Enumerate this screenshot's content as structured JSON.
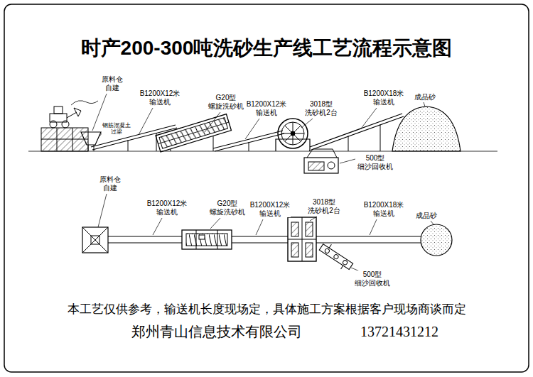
{
  "diagram": {
    "title": "时产200-300吨洗砂生产线工艺流程示意图",
    "labels": [
      "原料仓 自建",
      "钢筋混凝土 过梁",
      "B1200X12米 输送机",
      "G20型 螺旋洗砂机",
      "B1200X12米 输送机",
      "3018型 洗砂机2台",
      "B1200X18米 输送机",
      "成品砂",
      "500型 细沙回收机",
      "原料仓 自建",
      "B1200X12米 输送机",
      "G20型 螺旋洗砂机",
      "B1200X12米 输送机",
      "3018型 洗砂机2台",
      "B1200X18米 输送机",
      "成品砂",
      "500型 细沙回收机",
      "本工艺仅供参考，输送机长度现场定，具体施工方案根据客户现场商谈而定",
      "郑州青山信息技术有限公司",
      "13721431212"
    ]
  }
}
